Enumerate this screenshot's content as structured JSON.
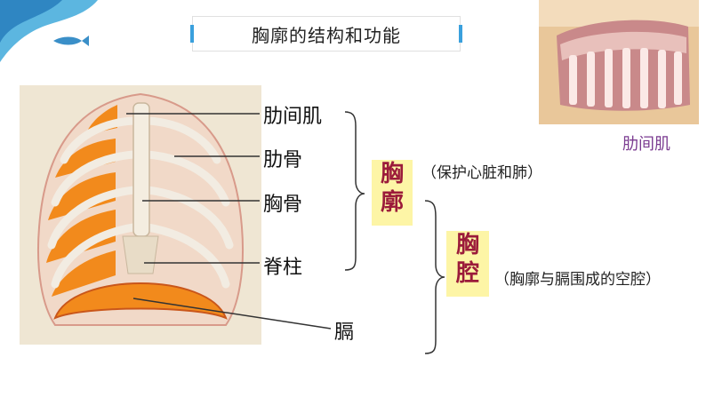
{
  "title": "胸廓的结构和功能",
  "labels": {
    "intercostal": "肋间肌",
    "rib": "肋骨",
    "sternum": "胸骨",
    "spine": "脊柱",
    "diaphragm": "膈"
  },
  "thorax": {
    "char1": "胸",
    "char2": "廓",
    "note": "（保护心脏和肺）"
  },
  "cavity": {
    "char1": "胸",
    "char2": "腔",
    "note": "（胸廓与膈围成的空腔）"
  },
  "photo_caption": "肋间肌",
  "colors": {
    "accent_blue": "#3aa0dd",
    "highlight_yellow": "#fdf5a6",
    "highlight_text": "#9b1b3a",
    "caption_purple": "#7a3a90"
  }
}
